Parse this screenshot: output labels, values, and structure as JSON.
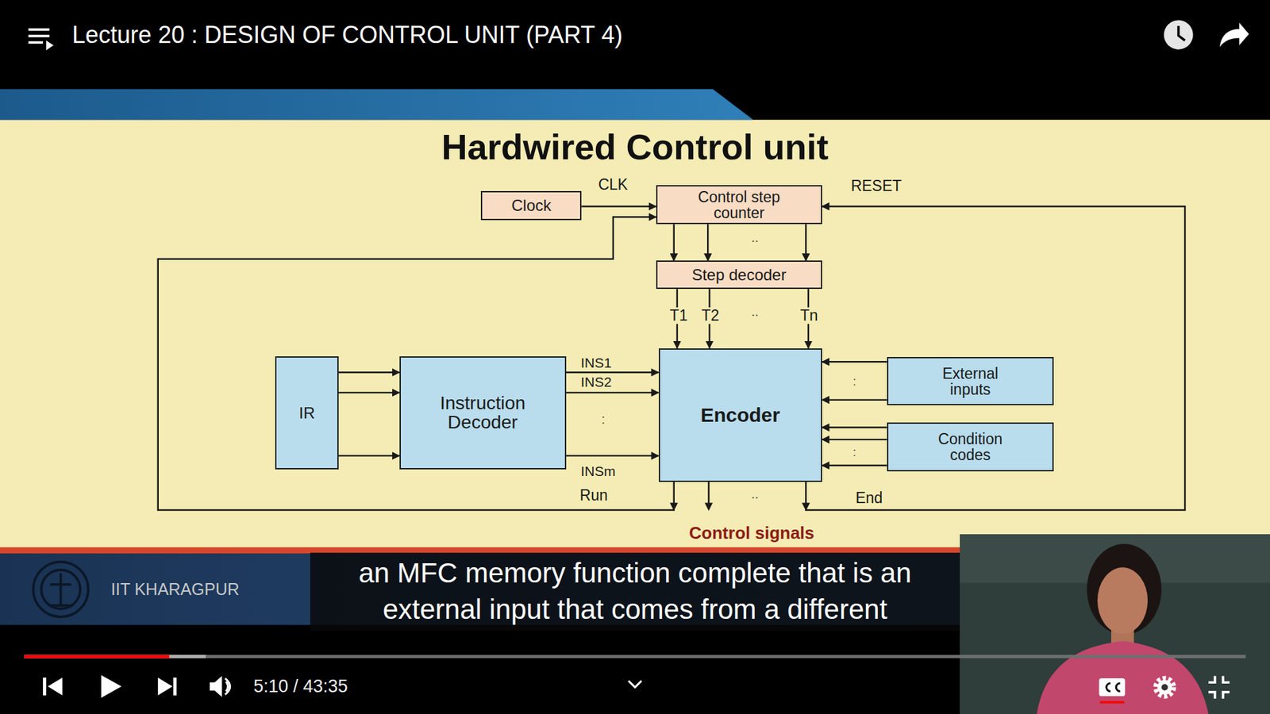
{
  "diagram": {
    "title": "Hardwired Control unit",
    "nodes": [
      {
        "text": [
          "Clock"
        ]
      },
      {
        "text": [
          "Control step counter"
        ]
      },
      {
        "text": [
          "Step decoder"
        ]
      },
      {
        "text": [
          "IR"
        ]
      },
      {
        "text": [
          "Instruction Decoder"
        ]
      },
      {
        "text": [
          "Encoder"
        ]
      },
      {
        "text": [
          "External inputs"
        ]
      },
      {
        "text": [
          "Condition codes"
        ]
      }
    ],
    "edges": [
      {
        "from": 0,
        "to": 1,
        "label": "CLK",
        "arrow": "to"
      },
      {
        "from": 1,
        "to": 2,
        "arrow": "to"
      },
      {
        "from": 1,
        "to": 2,
        "arrow": "to"
      },
      {
        "from": 1,
        "to": 2,
        "arrow": "to"
      },
      {
        "from": 2,
        "to": 5,
        "label": "T1",
        "arrow": "to"
      },
      {
        "from": 2,
        "to": 5,
        "label": "T2",
        "arrow": "to"
      },
      {
        "from": 2,
        "to": 5,
        "label": "Tn",
        "arrow": "to"
      },
      {
        "from": 3,
        "to": 4,
        "arrow": "to"
      },
      {
        "from": 3,
        "to": 4,
        "arrow": "to"
      },
      {
        "from": 3,
        "to": 4,
        "arrow": "to"
      },
      {
        "from": 4,
        "to": 5,
        "label": "INS1",
        "arrow": "to"
      },
      {
        "from": 4,
        "to": 5,
        "label": "INS2",
        "arrow": "to"
      },
      {
        "from": 4,
        "to": 5,
        "label": "INSm",
        "arrow": "to"
      },
      {
        "from": 6,
        "to": 5,
        "arrow": "to"
      },
      {
        "from": 6,
        "to": 5,
        "arrow": "to"
      },
      {
        "from": 7,
        "to": 5,
        "arrow": "to"
      },
      {
        "from": 7,
        "to": 5,
        "arrow": "to"
      },
      {
        "from": 7,
        "to": 5,
        "arrow": "to"
      },
      {
        "from": 5,
        "to": 1,
        "label": "Run",
        "arrow": "to"
      },
      {
        "from": 5,
        "to": 1,
        "label": "End",
        "arrow": "to"
      }
    ],
    "labels": [
      "Lecture 20 : DESIGN OF CONTROL UNIT (PART 4)",
      "RESET",
      "..",
      "..",
      ":",
      ":",
      ":",
      "..",
      "Control signals",
      "IIT KHARAGPUR",
      "an MFC memory function complete that is an external input that comes from a different",
      "5:10 / 43:35"
    ]
  }
}
